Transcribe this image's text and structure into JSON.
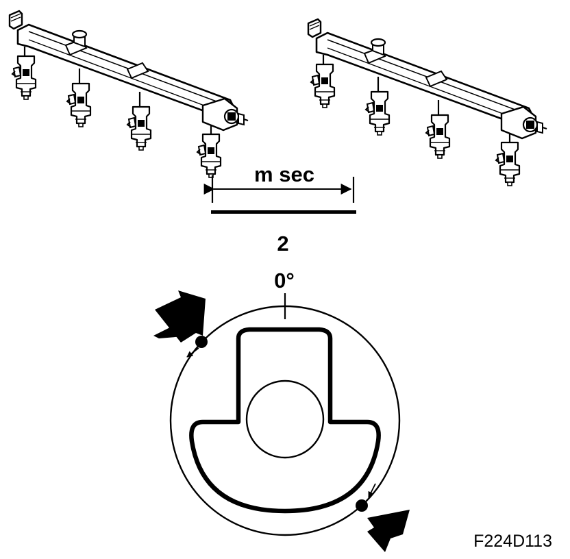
{
  "figure": {
    "duration_label": "m sec",
    "cylinder_number": "2",
    "angle_label": "0°",
    "figure_code": "F224D113"
  },
  "colors": {
    "ink": "#000000",
    "paper": "#ffffff"
  },
  "icons": [
    "fuel-rail-left-icon",
    "fuel-rail-right-icon",
    "arrow-in-icon",
    "arrow-out-icon"
  ]
}
